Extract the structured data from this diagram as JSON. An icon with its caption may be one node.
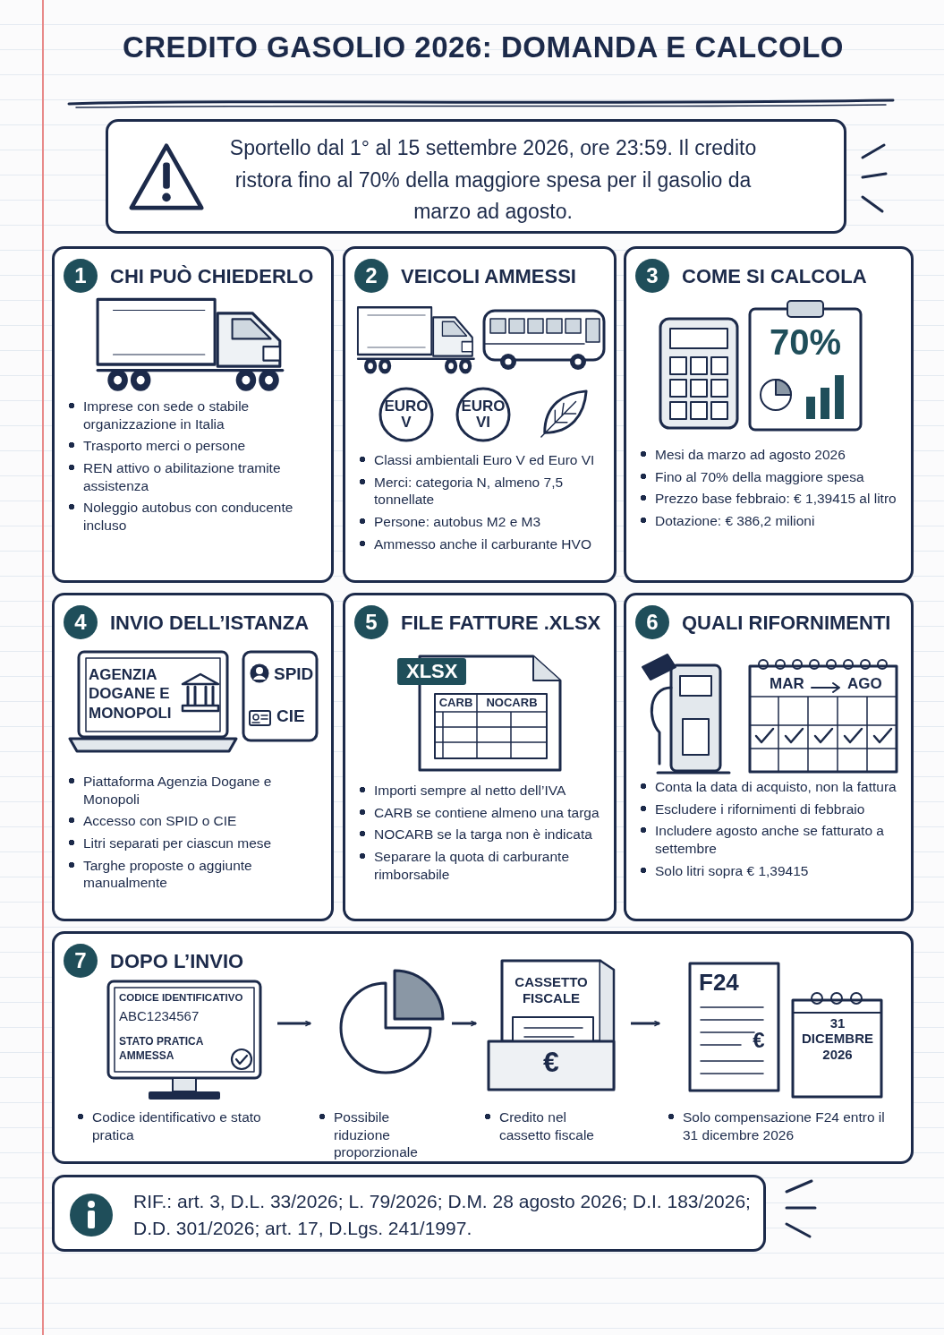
{
  "diagram": {
    "title": "CREDITO GASOLIO 2026: DOMANDA E CALCOLO",
    "nodes": [
      {
        "text": [
          "Sportello dal 1° al 15 settembre 2026, ore 23:59. Il credito ristora fino al 70% della maggiore spesa per il gasolio da marzo ad agosto."
        ]
      },
      {
        "text": [
          "1",
          "CHI PUÒ CHIEDERLO",
          "Imprese con sede o stabile organizzazione in Italia",
          "Trasporto merci o persone",
          "REN attivo o abilitazione tramite assistenza",
          "Noleggio autobus con conducente incluso"
        ]
      },
      {
        "text": [
          "2",
          "VEICOLI AMMESSI",
          "Classi ambientali Euro V ed Euro VI",
          "Merci: categoria N, almeno 7,5 tonnellate",
          "Persone: autobus M2 e M3",
          "Ammesso anche il carburante HVO"
        ]
      },
      {
        "text": [
          "3",
          "COME SI CALCOLA",
          "Mesi da marzo ad agosto 2026",
          "Fino al 70% della maggiore spesa",
          "Prezzo base febbraio: € 1,39415 al litro",
          "Dotazione: € 386,2 milioni"
        ]
      },
      {
        "text": [
          "4",
          "INVIO DELL’ISTANZA",
          "Piattaforma Agenzia Dogane e Monopoli",
          "Accesso con SPID o CIE",
          "Litri separati per ciascun mese",
          "Targhe proposte o aggiunte manualmente"
        ]
      },
      {
        "text": [
          "5",
          "FILE FATTURE .XLSX",
          "Importi sempre al netto dell’IVA",
          "CARB se contiene almeno una targa",
          "NOCARB se la targa non è indicata",
          "Separare la quota di carburante rimborsabile"
        ]
      },
      {
        "text": [
          "6",
          "QUALI RIFORNIMENTI",
          "Conta la data di acquisto, non la fattura",
          "Escludere i rifornimenti di febbraio",
          "Includere agosto anche se fatturato a settembre",
          "Solo litri sopra € 1,39415"
        ]
      },
      {
        "text": [
          "7",
          "DOPO L’INVIO"
        ]
      },
      {
        "text": [
          "Codice identificativo e stato pratica"
        ],
        "in": 7
      },
      {
        "text": [
          "Possibile riduzione proporzionale"
        ],
        "in": 7
      },
      {
        "text": [
          "Credito nel cassetto fiscale"
        ],
        "in": 7
      },
      {
        "text": [
          "Solo compensazione F24 entro il 31 dicembre 2026"
        ],
        "in": 7
      },
      {
        "text": [
          "RIF.: art. 3, D.L. 33/2026; L. 79/2026; D.M. 28 agosto 2026; D.I. 183/2026; D.D. 301/2026; art. 17, D.Lgs. 241/1997."
        ]
      }
    ],
    "edges": [
      {
        "from": 8,
        "to": 9,
        "arrow": "to"
      },
      {
        "from": 9,
        "to": 10,
        "arrow": "to"
      },
      {
        "from": 10,
        "to": 11,
        "arrow": "to"
      }
    ],
    "labels": [
      "EURO V",
      "EURO VI",
      "70%",
      "AGENZIA DOGANE E MONOPOLI",
      "SPID",
      "CIE",
      "XLSX",
      "CARB",
      "NOCARB",
      "MAR",
      "AGO",
      "CODICE IDENTIFICATIVO",
      "ABC1234567",
      "STATO PRATICA AMMESSA",
      "CASSETTO FISCALE",
      "€",
      "F24",
      "€",
      "31 DICEMBRE 2026"
    ]
  }
}
